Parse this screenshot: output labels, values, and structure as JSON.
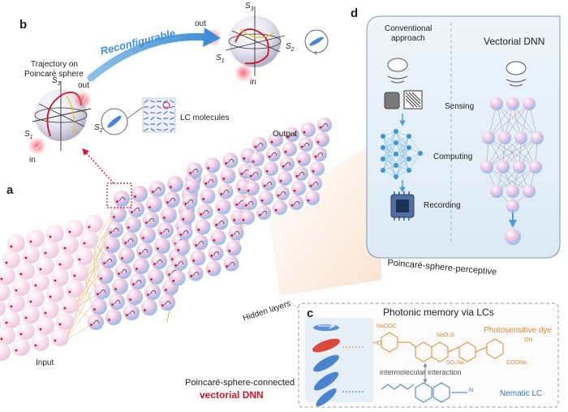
{
  "panels": {
    "a": "a",
    "b": "b",
    "c": "c",
    "d": "d"
  },
  "panel_b": {
    "title_line1": "Trajectory on",
    "title_line2": "Poincaré sphere",
    "arrow_label": "Reconfigurable",
    "axis_s1": "S",
    "axis_s2": "S",
    "axis_s3": "S",
    "sub_1": "1",
    "sub_2": "2",
    "sub_3": "3",
    "out": "out",
    "in": "in",
    "lc_label": "LC molecules"
  },
  "panel_a": {
    "input": "Input",
    "output": "Output",
    "hidden": "Hidden layers",
    "caption_line1": "Poincaré-sphere-connected",
    "caption_line2": "vectorial DNN",
    "colors": {
      "accent_red": "#d0142c",
      "link_orange": "#e0a858"
    }
  },
  "panel_c": {
    "title": "Photonic memory via LCs",
    "dye_label": "Photosensitive dye",
    "interaction": "intermolecular interaction",
    "lc_label": "Nematic LC",
    "naooc": "NaOOC",
    "ho": "HO",
    "oh": "OH",
    "nao3s": "NaO₃S",
    "so3na": "SO₃Na",
    "coona": "COONa",
    "cn": "N",
    "colors": {
      "dye": "#d98a2b",
      "lc": "#3a76c4"
    }
  },
  "panel_d": {
    "conventional_line1": "Conventional",
    "conventional_line2": "approach",
    "vectorial": "Vectorial DNN",
    "sensing": "Sensing",
    "computing": "Computing",
    "recording": "Recording",
    "caption": "Poincaré-sphere-perceptive"
  }
}
